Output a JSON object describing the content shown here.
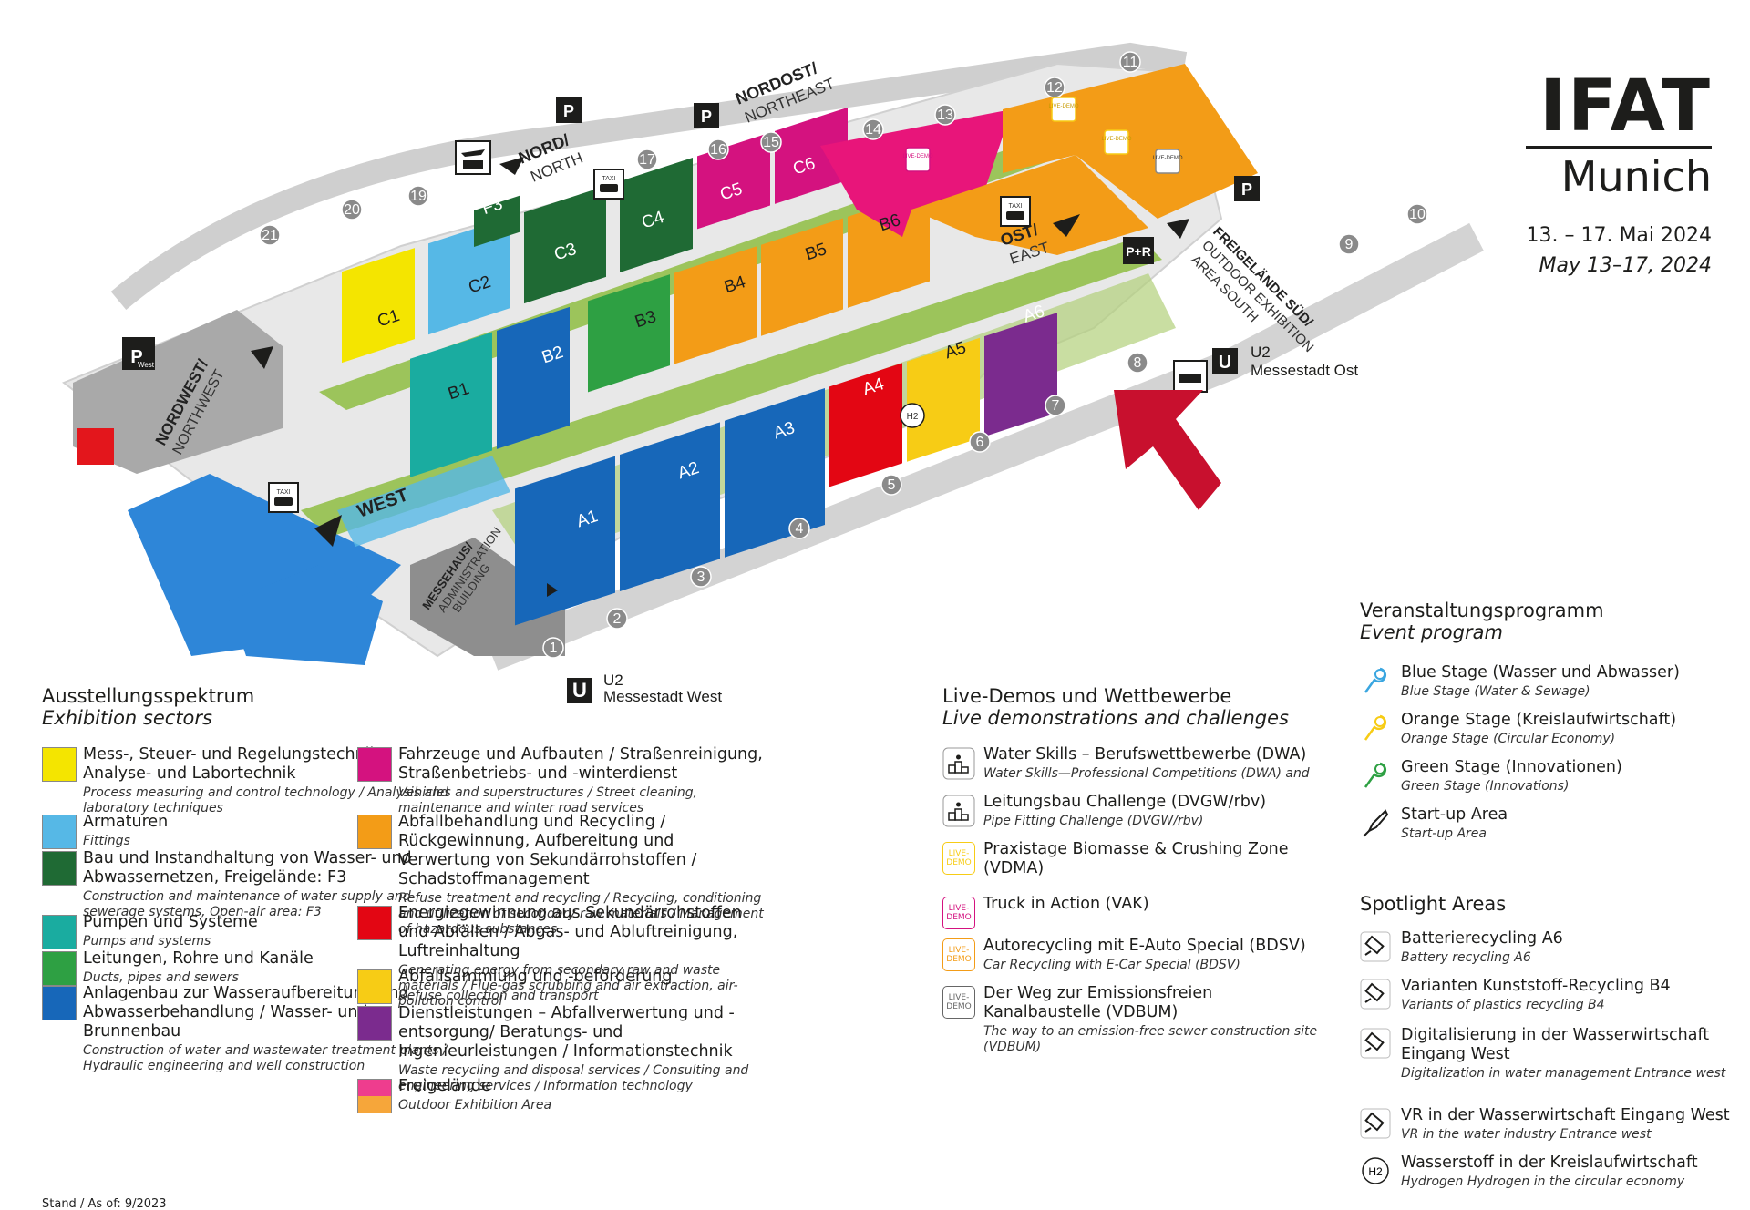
{
  "brand": {
    "logo": "IFAT",
    "city": "Munich",
    "dates_de": "13. – 17. Mai 2024",
    "dates_en": "May 13–17, 2024"
  },
  "map": {
    "halls": [
      "A1",
      "A2",
      "A3",
      "A4",
      "A5",
      "A6",
      "B1",
      "B2",
      "B3",
      "B4",
      "B5",
      "B6",
      "C1",
      "C2",
      "C3",
      "C4",
      "C5",
      "C6",
      "F3"
    ],
    "gates": [
      "1",
      "2",
      "3",
      "4",
      "5",
      "6",
      "7",
      "8",
      "9",
      "10",
      "11",
      "12",
      "13",
      "14",
      "15",
      "16",
      "17",
      "19",
      "20",
      "21"
    ],
    "entrances": {
      "west": "WEST",
      "east_de": "OST/",
      "east_en": "EAST",
      "north_de": "NORD/",
      "north_en": "NORTH",
      "northeast_de": "NORDOST/",
      "northeast_en": "NORTHEAST",
      "northwest_de": "NORDWEST/",
      "northwest_en": "NORTHWEST",
      "admin_de": "MESSEHAUS/",
      "admin_en1": "ADMINISTRATION",
      "admin_en2": "BUILDING",
      "outdoor_de": "FREIGELÄNDE SÜD/",
      "outdoor_en1": "OUTDOOR EXHIBITION",
      "outdoor_en2": "AREA SOUTH"
    },
    "parking": "P",
    "park_ride": "P+R",
    "parking_west": "West",
    "taxi": "TAXI",
    "live_demo": "LIVE-DEMO",
    "hydrogen": "H2",
    "u_sign": "U",
    "u2_east_line": "U2",
    "u2_east_station": "Messestadt Ost",
    "u2_west_line": "U2",
    "u2_west_station": "Messestadt West"
  },
  "colors": {
    "yellow": "#f4e500",
    "lightblue": "#56b8e6",
    "darkgreen": "#1f7a3a",
    "teal": "#1aaca0",
    "green": "#2ea043",
    "blue": "#1767b9",
    "magenta": "#d4127f",
    "orange": "#f39c17",
    "red": "#e30613",
    "gold": "#f7cc15",
    "purple": "#7b2b8e",
    "pink": "#ee3d8e"
  },
  "sectors": {
    "title_de": "Ausstellungsspektrum",
    "title_en": "Exhibition sectors",
    "items": [
      {
        "color": "#f4e500",
        "de": "Mess-, Steuer- und Regelungstechnik / Analyse- und Labortechnik",
        "en": "Process measuring and control technology / Analysis and laboratory techniques"
      },
      {
        "color": "#56b8e6",
        "de": "Armaturen",
        "en": "Fittings"
      },
      {
        "color": "#1f6a34",
        "de": "Bau und Instandhaltung von Wasser- und Abwassernetzen, Freigelände: F3",
        "en": "Construction and maintenance of water supply and sewerage systems, Open-air area: F3"
      },
      {
        "color": "#1aaca0",
        "de": "Pumpen und Systeme",
        "en": "Pumps and systems"
      },
      {
        "color": "#2ea043",
        "de": "Leitungen, Rohre und Kanäle",
        "en": "Ducts, pipes and sewers"
      },
      {
        "color": "#1767b9",
        "de": "Anlagenbau zur Wasseraufbereitung und Abwasserbehandlung / Wasser- und Brunnenbau",
        "en": "Construction of water and wastewater treatment plants / Hydraulic engineering and well construction"
      },
      {
        "color": "#d4127f",
        "de": "Fahrzeuge und Aufbauten / Straßenreinigung, Straßenbetriebs- und -winterdienst",
        "en": "Vehicles and superstructures / Street cleaning, maintenance and winter road services"
      },
      {
        "color": "#f39c17",
        "de": "Abfallbehandlung und Recycling / Rückgewinnung, Aufbereitung und Verwertung von Sekundärrohstoffen / Schadstoffmanagement",
        "en": "Refuse treatment and recycling / Recycling, conditioning and utilization of secondary raw materials / Management of hazardous substances"
      },
      {
        "color": "#e30613",
        "de": "Energiegewinnung aus Sekundärrohstoffen und Abfällen / Abgas- und Abluftreinigung, Luftreinhaltung",
        "en": "Generating energy from secondary raw and waste materials / Flue-gas scrubbing and air extraction, air-pollution control"
      },
      {
        "color": "#f7cc15",
        "de": "Abfallsammlung und -beförderung",
        "en": "Refuse collection and transport"
      },
      {
        "color": "#7b2b8e",
        "de": "Dienstleistungen – Abfallverwertung und -entsorgung/ Beratungs- und Ingenieurleistungen / Informationstechnik",
        "en": "Waste recycling and disposal services / Consulting and engineering services / Information technology"
      },
      {
        "color": "#ee3d8e",
        "de": "Freigelände",
        "en": "Outdoor Exhibition Area"
      }
    ]
  },
  "livedemos": {
    "title_de": "Live-Demos und Wettbewerbe",
    "title_en": "Live demonstrations and challenges",
    "items": [
      {
        "icon": "podium-icon",
        "badge": "",
        "de": "Water Skills – Berufswettbewerbe (DWA)",
        "en": "Water Skills—Professional Competitions (DWA) and"
      },
      {
        "icon": "podium-icon",
        "badge": "",
        "de": "Leitungsbau Challenge (DVGW/rbv)",
        "en": "Pipe Fitting Challenge (DVGW/rbv)"
      },
      {
        "icon": "live-demo-yellow-icon",
        "badge": "LIVE-DEMO",
        "de": "Praxistage Biomasse & Crushing Zone (VDMA)",
        "en": ""
      },
      {
        "icon": "live-demo-magenta-icon",
        "badge": "LIVE-DEMO",
        "de": "Truck in Action (VAK)",
        "en": ""
      },
      {
        "icon": "live-demo-orange-icon",
        "badge": "LIVE-DEMO",
        "de": "Autorecycling mit E-Auto Special (BDSV)",
        "en": "Car Recycling with E-Car Special (BDSV)"
      },
      {
        "icon": "live-demo-grey-icon",
        "badge": "LIVE-DEMO",
        "de": "Der Weg zur Emissionsfreien Kanalbaustelle (VDBUM)",
        "en": "The way to an emission-free sewer construction site (VDBUM)"
      }
    ]
  },
  "events": {
    "title_de": "Veranstaltungsprogramm",
    "title_en": "Event program",
    "items": [
      {
        "icon": "blue-stage-icon",
        "de": "Blue Stage (Wasser und Abwasser)",
        "en": "Blue Stage (Water & Sewage)"
      },
      {
        "icon": "orange-stage-icon",
        "de": "Orange Stage (Kreislaufwirtschaft)",
        "en": "Orange Stage (Circular Economy)"
      },
      {
        "icon": "green-stage-icon",
        "de": "Green Stage (Innovationen)",
        "en": "Green Stage (Innovations)"
      },
      {
        "icon": "rocket-icon",
        "de": "Start-up Area",
        "en": "Start-up Area"
      }
    ]
  },
  "spotlight": {
    "title": "Spotlight Areas",
    "items": [
      {
        "icon": "battery-icon",
        "de": "Batterierecycling A6",
        "en": "Battery recycling A6"
      },
      {
        "icon": "battery-icon",
        "de": "Varianten Kunststoff-Recycling B4",
        "en": "Variants of plastics recycling B4"
      },
      {
        "icon": "battery-icon",
        "de": "Digitalisierung in der Wasserwirtschaft Eingang West",
        "en": "Digitalization in water management Entrance west"
      },
      {
        "icon": "battery-icon",
        "de": "VR in der Wasserwirtschaft Eingang West",
        "en": "VR in the water industry Entrance west"
      },
      {
        "icon": "hydrogen-icon",
        "de": "Wasserstoff in der Kreislaufwirtschaft",
        "en": "Hydrogen Hydrogen in the circular economy"
      }
    ]
  },
  "footer": {
    "stand": "Stand / As of: 9/2023"
  }
}
